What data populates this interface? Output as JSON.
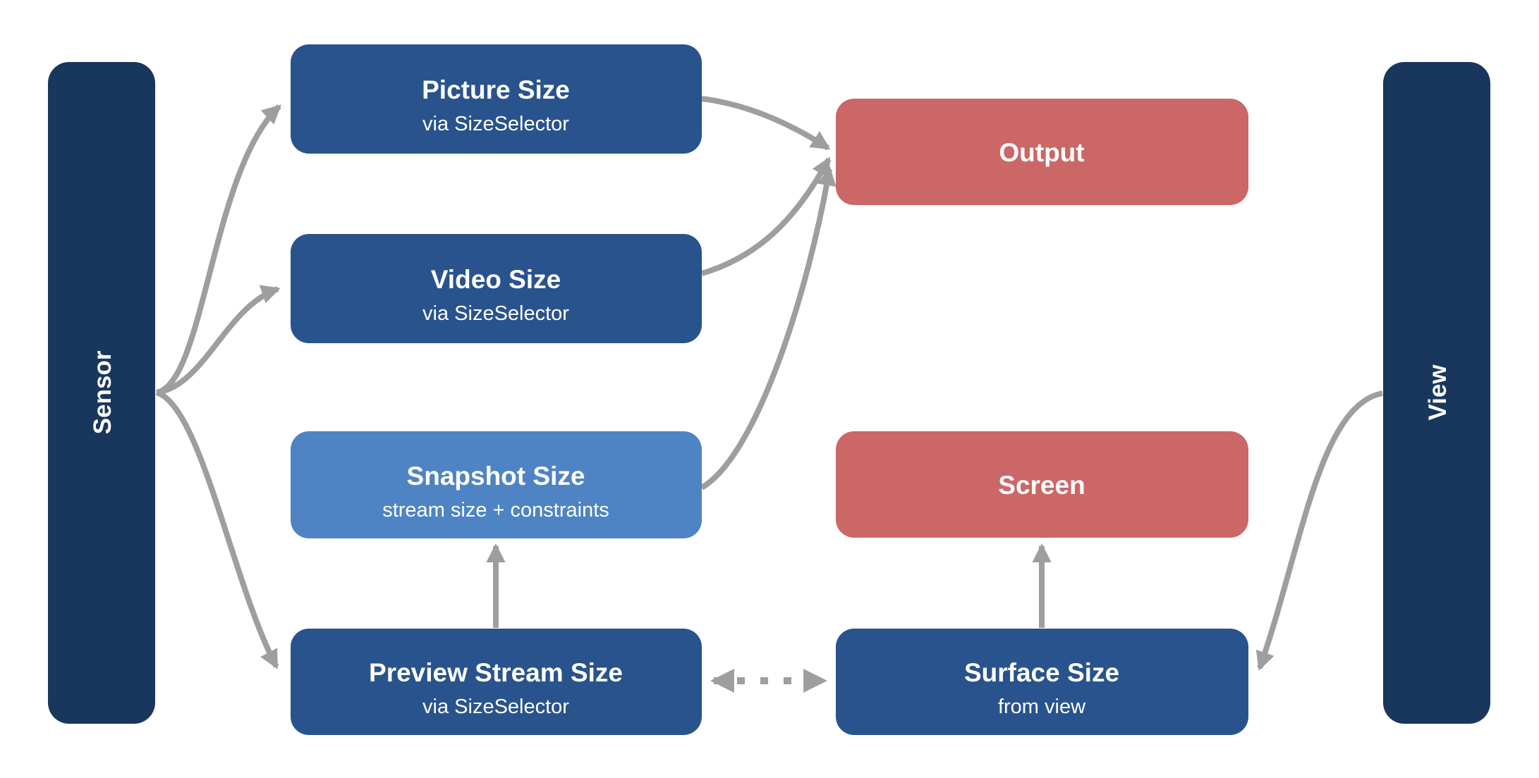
{
  "colors": {
    "background": "#ffffff",
    "lane_navy": "#19375d",
    "box_blue": "#29538d",
    "box_light_blue": "#4e84c4",
    "box_red": "#cb6766",
    "arrow_gray": "#9e9e9e",
    "text_white": "#ffffff"
  },
  "lanes": {
    "sensor": {
      "label": "Sensor"
    },
    "view": {
      "label": "View"
    }
  },
  "nodes": {
    "picture_size": {
      "title": "Picture Size",
      "subtitle": "via SizeSelector"
    },
    "video_size": {
      "title": "Video Size",
      "subtitle": "via SizeSelector"
    },
    "snapshot_size": {
      "title": "Snapshot Size",
      "subtitle": "stream size + constraints"
    },
    "preview_stream_size": {
      "title": "Preview Stream Size",
      "subtitle": "via SizeSelector"
    },
    "output": {
      "title": "Output"
    },
    "screen": {
      "title": "Screen"
    },
    "surface_size": {
      "title": "Surface Size",
      "subtitle": "from view"
    }
  },
  "edges": [
    {
      "from": "sensor",
      "to": "picture_size",
      "style": "solid",
      "arrow": "end"
    },
    {
      "from": "sensor",
      "to": "video_size",
      "style": "solid",
      "arrow": "end"
    },
    {
      "from": "sensor",
      "to": "preview_stream_size",
      "style": "solid",
      "arrow": "end"
    },
    {
      "from": "picture_size",
      "to": "output",
      "style": "solid",
      "arrow": "end"
    },
    {
      "from": "video_size",
      "to": "output",
      "style": "solid",
      "arrow": "end"
    },
    {
      "from": "snapshot_size",
      "to": "output",
      "style": "solid",
      "arrow": "end"
    },
    {
      "from": "preview_stream_size",
      "to": "snapshot_size",
      "style": "solid",
      "arrow": "end"
    },
    {
      "from": "preview_stream_size",
      "to": "surface_size",
      "style": "dotted",
      "arrow": "both"
    },
    {
      "from": "surface_size",
      "to": "screen",
      "style": "solid",
      "arrow": "end"
    },
    {
      "from": "view",
      "to": "surface_size",
      "style": "solid",
      "arrow": "end"
    }
  ]
}
